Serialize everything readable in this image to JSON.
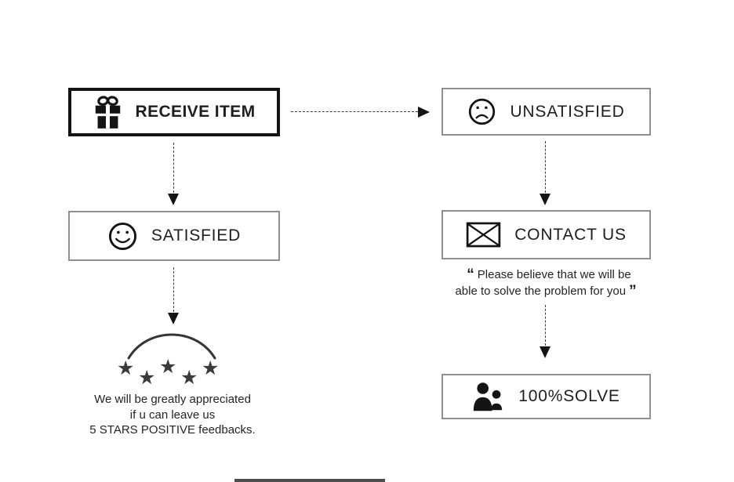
{
  "colors": {
    "background": "#ffffff",
    "ink": "#1c1c1c",
    "thick_border": "#141414",
    "thin_border": "#8f8f8f",
    "dash": "#3d3d3d",
    "star": "#3b3b3b",
    "bottom_bar": "#4d4d4d"
  },
  "nodes": {
    "receive": {
      "label": "RECEIVE ITEM",
      "icon": "gift-icon"
    },
    "unsatisfied": {
      "label": "UNSATISFIED",
      "icon": "sad-face-icon"
    },
    "satisfied": {
      "label": "SATISFIED",
      "icon": "smiley-face-icon"
    },
    "contact": {
      "label": "CONTACT US",
      "icon": "envelope-icon"
    },
    "solve": {
      "label": "100%SOLVE",
      "icon": "people-icon"
    }
  },
  "edges": [
    {
      "from": "receive",
      "to": "unsatisfied",
      "style": "dashed",
      "direction": "right"
    },
    {
      "from": "receive",
      "to": "satisfied",
      "style": "dashed",
      "direction": "down"
    },
    {
      "from": "unsatisfied",
      "to": "contact",
      "style": "dashed",
      "direction": "down"
    },
    {
      "from": "satisfied",
      "to": "five-stars",
      "style": "dashed",
      "direction": "down"
    },
    {
      "from": "contact",
      "to": "solve",
      "style": "dashed",
      "direction": "down"
    }
  ],
  "quote": {
    "open": "“",
    "line1": "Please believe that we will be",
    "line2": "able to solve the problem for you",
    "close": "”"
  },
  "stars": {
    "count": 5,
    "glyph": "★"
  },
  "feedback": {
    "lines": [
      "We will be greatly appreciated",
      "if u can leave us",
      "5 STARS POSITIVE feedbacks."
    ]
  }
}
